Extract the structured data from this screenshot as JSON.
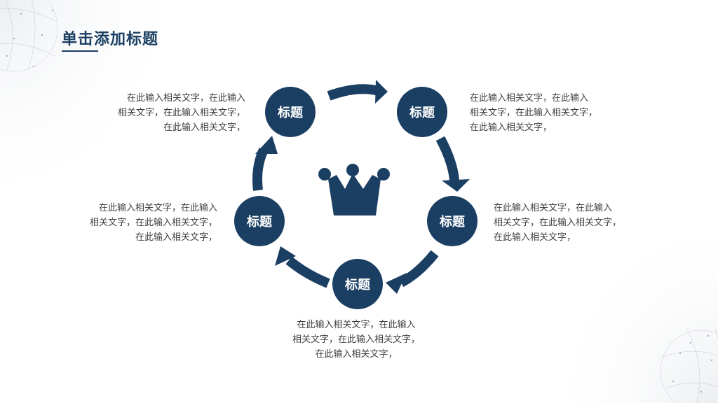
{
  "slide": {
    "title": "单击添加标题",
    "accent_color": "#1b3f63",
    "center_icon": "crown-icon"
  },
  "nodes": [
    {
      "label": "标题",
      "lines": [
        "在此输入相关文字，在此输入",
        "相关文字，在此输入相关文字，",
        "在此输入相关文字，"
      ]
    },
    {
      "label": "标题",
      "lines": [
        "在此输入相关文字，在此输入",
        "相关文字，在此输入相关文字，",
        "在此输入相关文字，"
      ]
    },
    {
      "label": "标题",
      "lines": [
        "在此输入相关文字，在此输入",
        "相关文字，在此输入相关文字，",
        "在此输入相关文字，"
      ]
    },
    {
      "label": "标题",
      "lines": [
        "在此输入相关文字，在此输入",
        "相关文字，在此输入相关文字，",
        "在此输入相关文字，"
      ]
    },
    {
      "label": "标题",
      "lines": [
        "在此输入相关文字，在此输入",
        "相关文字，在此输入相关文字，",
        "在此输入相关文字，"
      ]
    }
  ]
}
